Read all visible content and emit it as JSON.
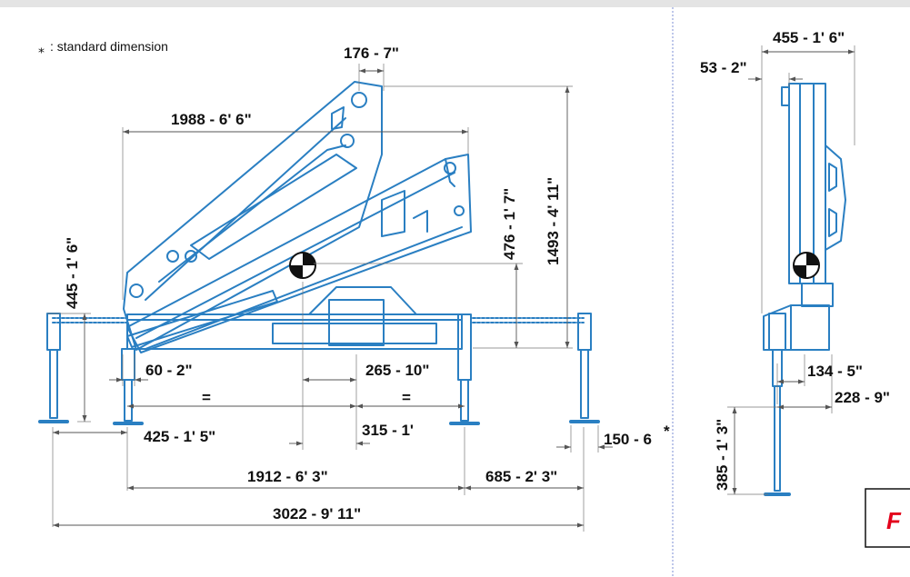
{
  "legend": {
    "symbol": "⁎",
    "text": ": standard dimension"
  },
  "side_view": {
    "dimensions": {
      "top_width": "176 - 7\"",
      "boom_length": "1988 - 6' 6\"",
      "total_height": "1493 - 4' 11\"",
      "boom_to_cog": "476 - 1' 7\"",
      "outrigger_height": "445 - 1' 6\"",
      "base_offset": "60 - 2\"",
      "column_offset": "265 - 10\"",
      "cog_offset": "315 - 1'",
      "foot_size": "425 - 1' 5\"",
      "foot_pad": "150 - 6",
      "frame_width": "1912 - 6' 3\"",
      "outrigger_ext": "685 - 2' 3\"",
      "total_width": "3022 - 9' 11\""
    },
    "equal_marks": [
      "=",
      "="
    ],
    "star_mark": "*"
  },
  "front_view": {
    "dimensions": {
      "top_width": "455 - 1' 6\"",
      "top_offset": "53 - 2\"",
      "base_a": "134 - 5\"",
      "base_b": "228 - 9\"",
      "foot_height": "385 - 1' 3\""
    }
  },
  "logo": {
    "text": "F",
    "color": "#e3001b"
  },
  "colors": {
    "structure": "#2a7fc2",
    "dimension_line": "#555555",
    "top_band": "#e4e4e4",
    "divider": "#7d8fd6"
  }
}
